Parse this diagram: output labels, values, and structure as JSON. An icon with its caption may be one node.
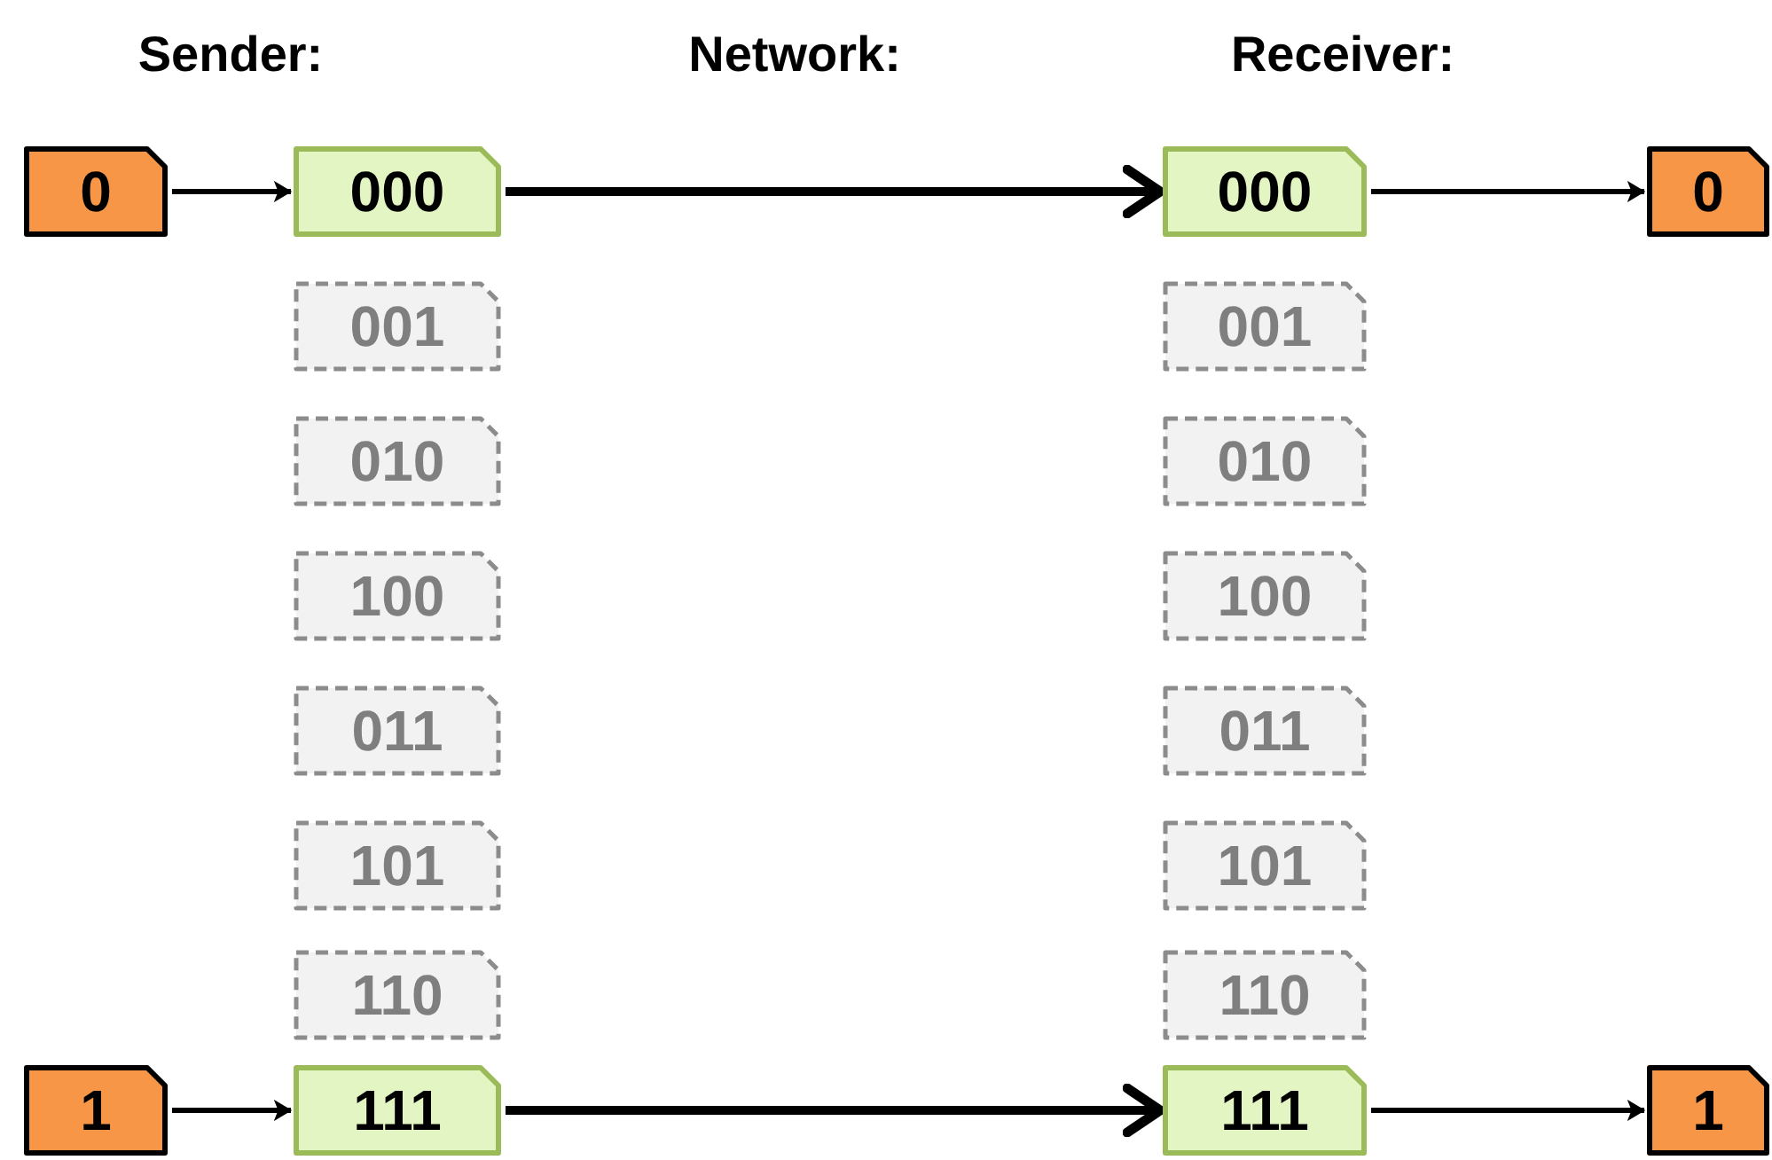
{
  "diagram": {
    "nodes": [
      {
        "text": [
          "0"
        ]
      },
      {
        "text": [
          "000"
        ]
      },
      {
        "text": [
          "001"
        ]
      },
      {
        "text": [
          "010"
        ]
      },
      {
        "text": [
          "100"
        ]
      },
      {
        "text": [
          "011"
        ]
      },
      {
        "text": [
          "101"
        ]
      },
      {
        "text": [
          "110"
        ]
      },
      {
        "text": [
          "111"
        ]
      },
      {
        "text": [
          "1"
        ]
      },
      {
        "text": [
          "000"
        ]
      },
      {
        "text": [
          "001"
        ]
      },
      {
        "text": [
          "010"
        ]
      },
      {
        "text": [
          "100"
        ]
      },
      {
        "text": [
          "011"
        ]
      },
      {
        "text": [
          "101"
        ]
      },
      {
        "text": [
          "110"
        ]
      },
      {
        "text": [
          "111"
        ]
      },
      {
        "text": [
          "0"
        ]
      },
      {
        "text": [
          "1"
        ]
      }
    ],
    "edges": [
      {
        "from": 0,
        "to": 1,
        "arrow": "to"
      },
      {
        "from": 1,
        "to": 10,
        "arrow": "to"
      },
      {
        "from": 10,
        "to": 18,
        "arrow": "to"
      },
      {
        "from": 9,
        "to": 8,
        "arrow": "to"
      },
      {
        "from": 8,
        "to": 17,
        "arrow": "to"
      },
      {
        "from": 17,
        "to": 19,
        "arrow": "to"
      }
    ],
    "labels": [
      "Sender:",
      "Network:",
      "Receiver:"
    ]
  }
}
